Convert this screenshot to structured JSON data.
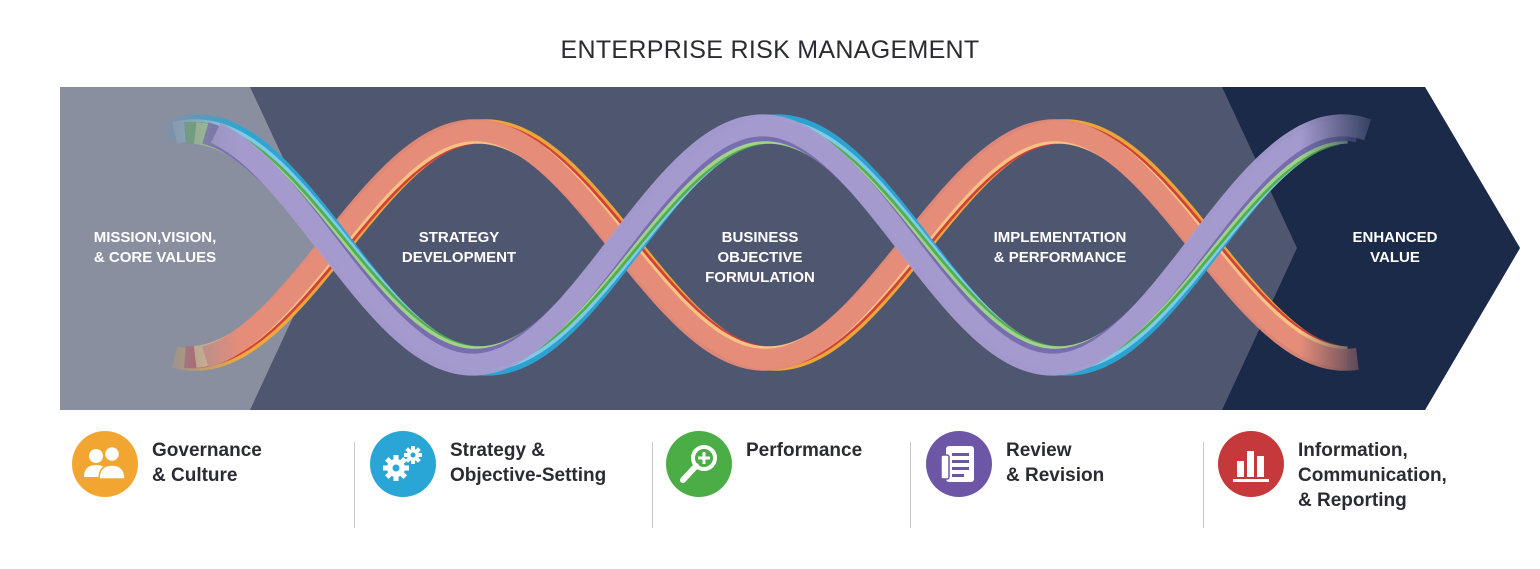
{
  "title": "ENTERPRISE RISK MANAGEMENT",
  "stages": [
    {
      "label": "MISSION,VISION,\n& CORE VALUES"
    },
    {
      "label": "STRATEGY\nDEVELOPMENT"
    },
    {
      "label": "BUSINESS\nOBJECTIVE\nFORMULATION"
    },
    {
      "label": "IMPLEMENTATION\n& PERFORMANCE"
    },
    {
      "label": "ENHANCED\nVALUE"
    }
  ],
  "components": [
    {
      "label": "Governance\n& Culture",
      "color": "#f2a531",
      "icon": "people-icon"
    },
    {
      "label": "Strategy &\nObjective-Setting",
      "color": "#29a5d6",
      "icon": "gears-icon"
    },
    {
      "label": "Performance",
      "color": "#4aad45",
      "icon": "magnifier-icon"
    },
    {
      "label": "Review\n& Revision",
      "color": "#6d56a5",
      "icon": "document-icon"
    },
    {
      "label": "Information,\nCommunication,\n& Reporting",
      "color": "#c5393a",
      "icon": "bar-chart-icon"
    }
  ],
  "ribbon_colors": {
    "red": "#d03b3b",
    "orange": "#f4aa35",
    "light_orange": "#f9c987",
    "salmon": "#e48a78",
    "blue": "#2aa6d5",
    "light_blue": "#86cce9",
    "green": "#4cad4a",
    "light_green": "#a7d48c",
    "purple": "#7468b0",
    "lavender": "#a79cd0"
  },
  "banner_colors": {
    "left": "#8a8fa0",
    "middle": "#4f5670",
    "right": "#1a2a48"
  }
}
